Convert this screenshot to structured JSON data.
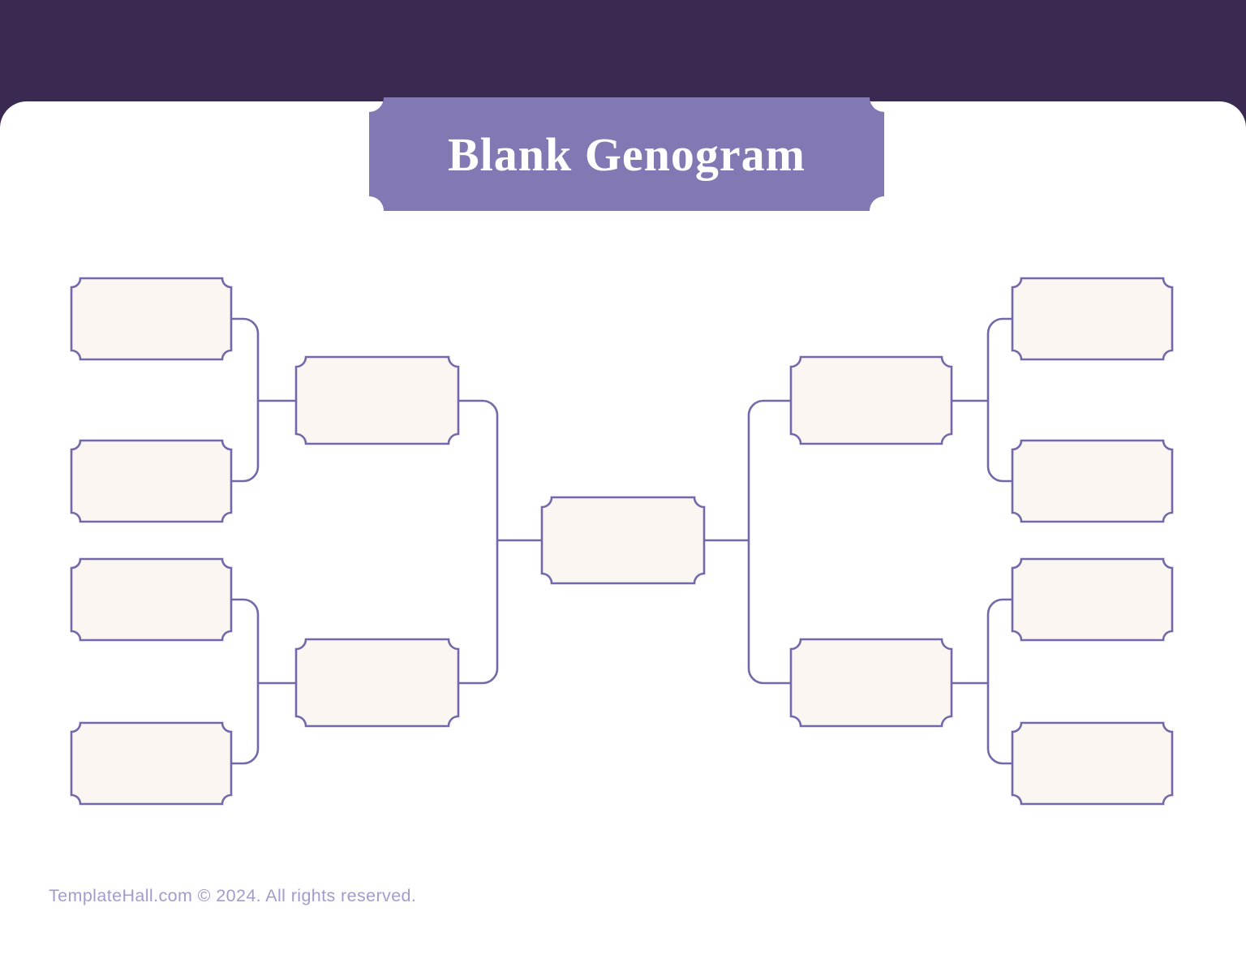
{
  "page": {
    "title": "Blank Genogram"
  },
  "banner": {
    "title": "Blank Genogram"
  },
  "footer": {
    "copyright": "TemplateHall.com © 2024. All rights reserved."
  },
  "colors": {
    "header_band": "#3a2a52",
    "banner": "#8278b4",
    "line": "#7468ab",
    "box_fill": "#fbf6f2",
    "footer_text": "#a49bcd",
    "background": "#ffffff"
  },
  "diagram": {
    "type": "genogram",
    "generations": 3,
    "boxes": [
      {
        "id": "left-grandparent-1",
        "value": ""
      },
      {
        "id": "left-grandparent-2",
        "value": ""
      },
      {
        "id": "left-grandparent-3",
        "value": ""
      },
      {
        "id": "left-grandparent-4",
        "value": ""
      },
      {
        "id": "left-parent-1",
        "value": ""
      },
      {
        "id": "left-parent-2",
        "value": ""
      },
      {
        "id": "subject",
        "value": ""
      },
      {
        "id": "right-parent-1",
        "value": ""
      },
      {
        "id": "right-parent-2",
        "value": ""
      },
      {
        "id": "right-grandparent-1",
        "value": ""
      },
      {
        "id": "right-grandparent-2",
        "value": ""
      },
      {
        "id": "right-grandparent-3",
        "value": ""
      },
      {
        "id": "right-grandparent-4",
        "value": ""
      }
    ]
  }
}
